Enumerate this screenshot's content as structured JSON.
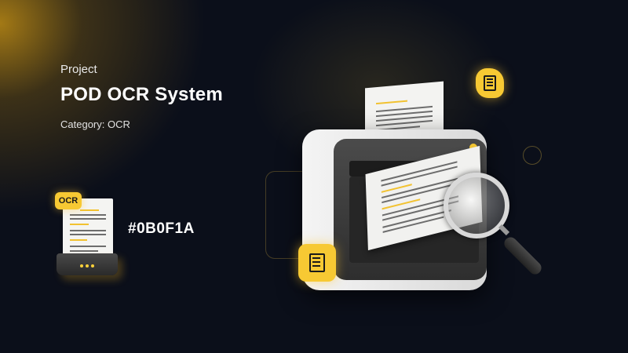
{
  "header": {
    "eyebrow": "Project",
    "title": "POD OCR System",
    "category": "Category: OCR"
  },
  "brand": {
    "color_hex_label": "#0B0F1A",
    "background": "#0b0f1a",
    "accent": "#f7c933"
  },
  "mini_icon": {
    "badge_label": "OCR",
    "icon": "ocr-scanner-icon"
  },
  "illustration": {
    "main": "document-scanner-illustration",
    "magnifier": "magnifying-glass-icon",
    "floating_badges": [
      "document-cloud-icon",
      "document-chat-icon"
    ]
  }
}
